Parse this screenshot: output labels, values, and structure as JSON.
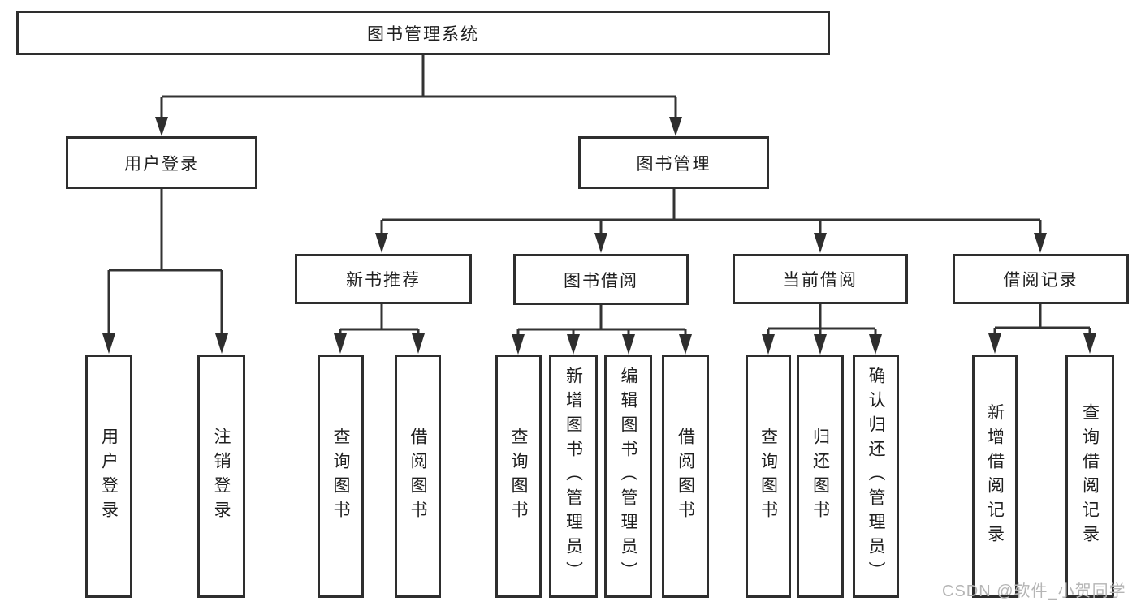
{
  "diagram": {
    "root": {
      "label": "图书管理系统"
    },
    "branches": [
      {
        "label": "用户登录",
        "children": [
          {
            "label": "用户登录"
          },
          {
            "label": "注销登录"
          }
        ]
      },
      {
        "label": "图书管理",
        "children": [
          {
            "label": "新书推荐",
            "children": [
              {
                "label": "查询图书"
              },
              {
                "label": "借阅图书"
              }
            ]
          },
          {
            "label": "图书借阅",
            "children": [
              {
                "label": "查询图书"
              },
              {
                "label": "新增图书（管理员）"
              },
              {
                "label": "编辑图书（管理员）"
              },
              {
                "label": "借阅图书"
              }
            ]
          },
          {
            "label": "当前借阅",
            "children": [
              {
                "label": "查询图书"
              },
              {
                "label": "归还图书"
              },
              {
                "label": "确认归还（管理员）"
              }
            ]
          },
          {
            "label": "借阅记录",
            "children": [
              {
                "label": "新增借阅记录"
              },
              {
                "label": "查询借阅记录"
              }
            ]
          }
        ]
      }
    ]
  },
  "watermark": {
    "text": "CSDN @软件_小贺同学"
  },
  "colors": {
    "line": "#333333",
    "box_border": "#2e2e2e",
    "text": "#1f1f1f",
    "watermark_text": "#b5b5b5",
    "background": "#ffffff"
  }
}
